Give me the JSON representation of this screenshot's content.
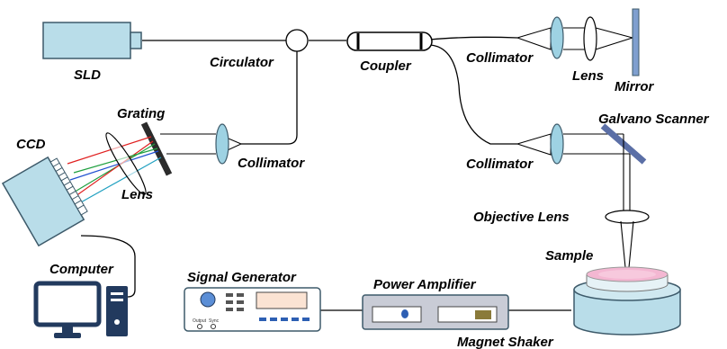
{
  "labels": {
    "sld": "SLD",
    "circulator": "Circulator",
    "coupler": "Coupler",
    "collimator_ref": "Collimator",
    "lens_ref": "Lens",
    "mirror": "Mirror",
    "galvano_scanner": "Galvano Scanner",
    "collimator_sample": "Collimator",
    "objective_lens": "Objective Lens",
    "sample": "Sample",
    "grating": "Grating",
    "ccd": "CCD",
    "lens_spectrometer": "Lens",
    "collimator_spectrometer": "Collimator",
    "computer": "Computer",
    "signal_generator": "Signal Generator",
    "power_amplifier": "Power Amplifier",
    "magnet_shaker": "Magnet Shaker",
    "sg_output": "Output",
    "sg_sync": "Sync"
  },
  "colors": {
    "component_fill": "#b9dde9",
    "component_stroke": "#3d5a6a",
    "lens_fill": "#9ed2e3",
    "mirror_fill": "#7f9fcf",
    "galvano_fill": "#5b6fa6",
    "grating_fill": "#2b2b2b",
    "sample_fill": "#f4b7d2",
    "computer_color": "#223a5e",
    "ray_red": "#e02020",
    "ray_green": "#20a040",
    "ray_blue": "#2050d0",
    "ray_cyan": "#20a0c0"
  }
}
